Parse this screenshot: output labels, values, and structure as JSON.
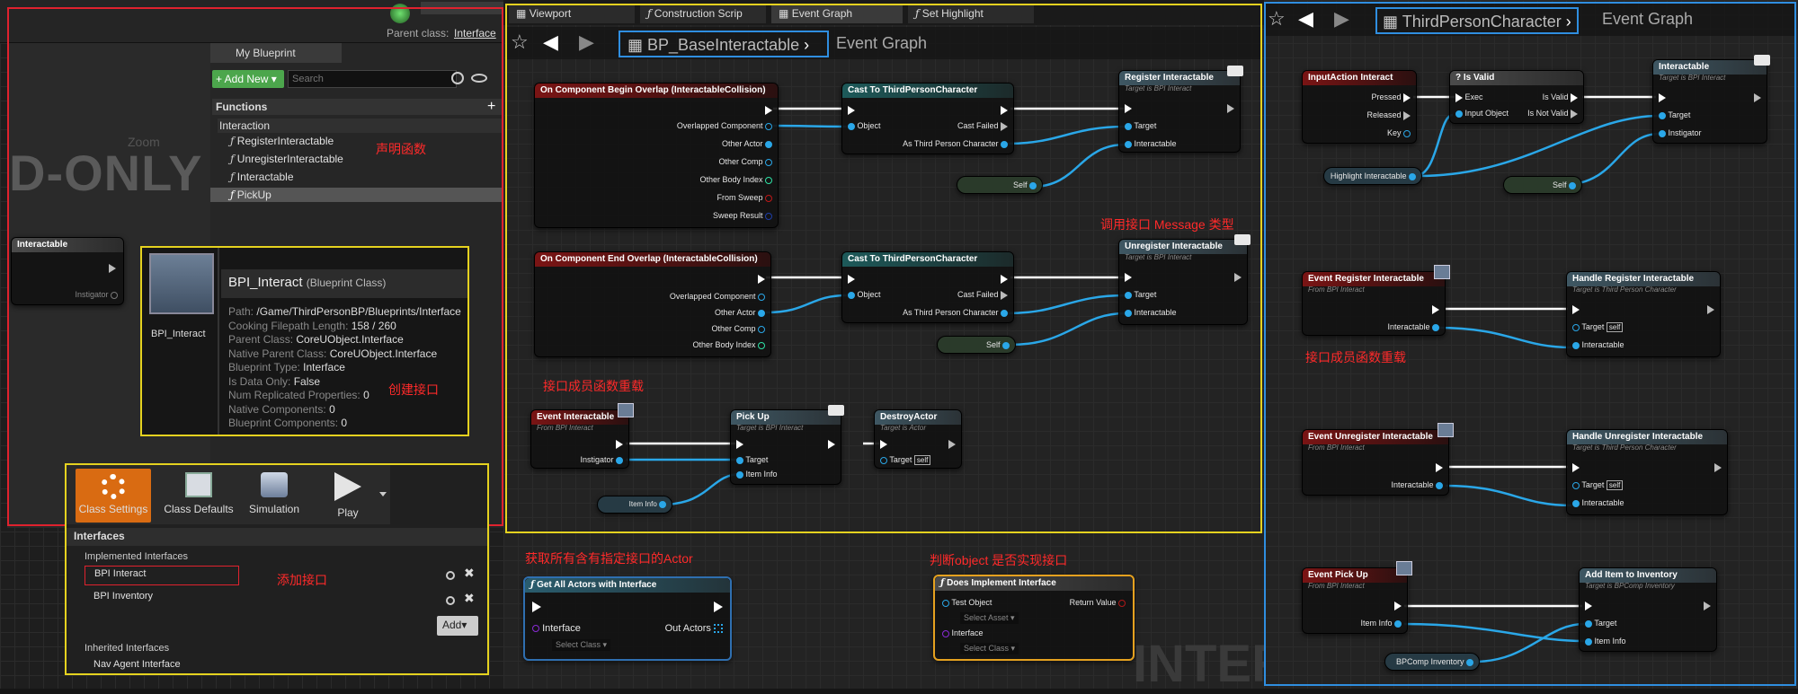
{
  "left": {
    "parent_class_label": "Parent class:",
    "parent_class_value": "Interface",
    "read_only": "D-ONLY",
    "zoom": "Zoom",
    "interactable_node": "Interactable",
    "instigator": "Instigator",
    "my_blueprint": "My Blueprint",
    "add_new": "+ Add New ▾",
    "search_placeholder": "Search",
    "functions": "Functions",
    "interaction": "Interaction",
    "functions_list": [
      "RegisterInteractable",
      "UnregisterInteractable",
      "Interactable",
      "PickUp"
    ],
    "note_declare": "声明函数",
    "tooltip": {
      "icon_label": "BPI_Interact",
      "title": "BPI_Interact",
      "title_suffix": "(Blueprint Class)",
      "rows": [
        [
          "Path:",
          "/Game/ThirdPersonBP/Blueprints/Interface"
        ],
        [
          "Cooking Filepath Length:",
          "158 / 260"
        ],
        [
          "Parent Class:",
          "CoreUObject.Interface"
        ],
        [
          "Native Parent Class:",
          "CoreUObject.Interface"
        ],
        [
          "Blueprint Type:",
          "Interface"
        ],
        [
          "Is Data Only:",
          "False"
        ],
        [
          "Num Replicated Properties:",
          "0"
        ],
        [
          "Native Components:",
          "0"
        ],
        [
          "Blueprint Components:",
          "0"
        ]
      ],
      "note": "创建接口"
    },
    "toolbar": [
      "Class Settings",
      "Class Defaults",
      "Simulation",
      "Play"
    ],
    "interfaces": {
      "title": "Interfaces",
      "implemented": "Implemented Interfaces",
      "items": [
        "BPI Interact",
        "BPI Inventory"
      ],
      "note": "添加接口",
      "add": "Add▾",
      "inherited": "Inherited Interfaces",
      "inherited_items": [
        "Nav Agent Interface"
      ]
    }
  },
  "middle": {
    "tabs": [
      "Viewport",
      "Construction Scrip",
      "Event Graph",
      "Set Highlight"
    ],
    "breadcrumb_bp": "BP_BaseInteractable",
    "breadcrumb_graph": "Event Graph",
    "note_message": "调用接口 Message 类型",
    "note_override": "接口成员函数重载",
    "note_get_all": "获取所有含有指定接口的Actor",
    "note_implements": "判断object 是否实现接口",
    "watermark": "INTER"
  },
  "nodes": {
    "begin_overlap": {
      "title": "On Component Begin Overlap (InteractableCollision)",
      "pins": [
        "Overlapped Component",
        "Other Actor",
        "Other Comp",
        "Other Body Index",
        "From Sweep",
        "Sweep Result"
      ]
    },
    "end_overlap": {
      "title": "On Component End Overlap (InteractableCollision)",
      "pins": [
        "Overlapped Component",
        "Other Actor",
        "Other Comp",
        "Other Body Index"
      ]
    },
    "cast": {
      "title": "Cast To ThirdPersonCharacter",
      "object": "Object",
      "failed": "Cast Failed",
      "as": "As Third Person Character"
    },
    "register": {
      "title": "Register Interactable",
      "sub": "Target is BPI Interact",
      "target": "Target",
      "interactable": "Interactable"
    },
    "unregister": {
      "title": "Unregister Interactable",
      "sub": "Target is BPI Interact",
      "target": "Target",
      "interactable": "Interactable"
    },
    "self": "Self",
    "event_interactable": {
      "title": "Event Interactable",
      "sub": "From BPI Interact",
      "instigator": "Instigator"
    },
    "pick_up": {
      "title": "Pick Up",
      "sub": "Target is BPI Interact",
      "target": "Target",
      "item": "Item Info"
    },
    "destroy": {
      "title": "DestroyActor",
      "sub": "Target is Actor",
      "target": "Target",
      "self": "self"
    },
    "item_info": "Item Info",
    "get_all": {
      "title": "Get All Actors with Interface",
      "interface": "Interface",
      "out": "Out Actors",
      "select": "Select Class"
    },
    "does_impl": {
      "title": "Does Implement Interface",
      "test": "Test Object",
      "ret": "Return Value",
      "asset": "Select Asset",
      "interface": "Interface",
      "select": "Select Class"
    }
  },
  "right": {
    "breadcrumb_bp": "ThirdPersonCharacter",
    "breadcrumb_graph": "Event Graph",
    "input_action": {
      "title": "InputAction Interact",
      "pressed": "Pressed",
      "released": "Released",
      "key": "Key"
    },
    "is_valid": {
      "title": "? Is Valid",
      "exec": "Exec",
      "input": "Input Object",
      "valid": "Is Valid",
      "not_valid": "Is Not Valid"
    },
    "interactable": {
      "title": "Interactable",
      "sub": "Target is BPI Interact",
      "target": "Target",
      "instigator": "Instigator"
    },
    "highlight": "Highlight Interactable",
    "self": "Self",
    "ev_register": {
      "title": "Event Register Interactable",
      "sub": "From BPI Interact",
      "pin": "Interactable"
    },
    "handle_register": {
      "title": "Handle Register Interactable",
      "sub": "Target is Third Person Character",
      "target": "Target",
      "self": "self",
      "pin": "Interactable"
    },
    "note_override": "接口成员函数重载",
    "ev_unregister": {
      "title": "Event Unregister Interactable",
      "sub": "From BPI Interact",
      "pin": "Interactable"
    },
    "handle_unregister": {
      "title": "Handle Unregister Interactable",
      "sub": "Target is Third Person Character",
      "target": "Target",
      "self": "self",
      "pin": "Interactable"
    },
    "ev_pickup": {
      "title": "Event Pick Up",
      "sub": "From BPI Interact",
      "pin": "Item Info"
    },
    "add_item": {
      "title": "Add Item to Inventory",
      "sub": "Target is BPComp Inventory",
      "target": "Target",
      "pin": "Item Info"
    },
    "bpcomp": "BPComp Inventory"
  },
  "colors": {
    "red_frame": "#e0222e",
    "yellow_frame": "#e5d21f",
    "blue_frame": "#2f8ee0",
    "pin_blue": "#2aa7e8",
    "accent_green": "#4ca64c"
  }
}
